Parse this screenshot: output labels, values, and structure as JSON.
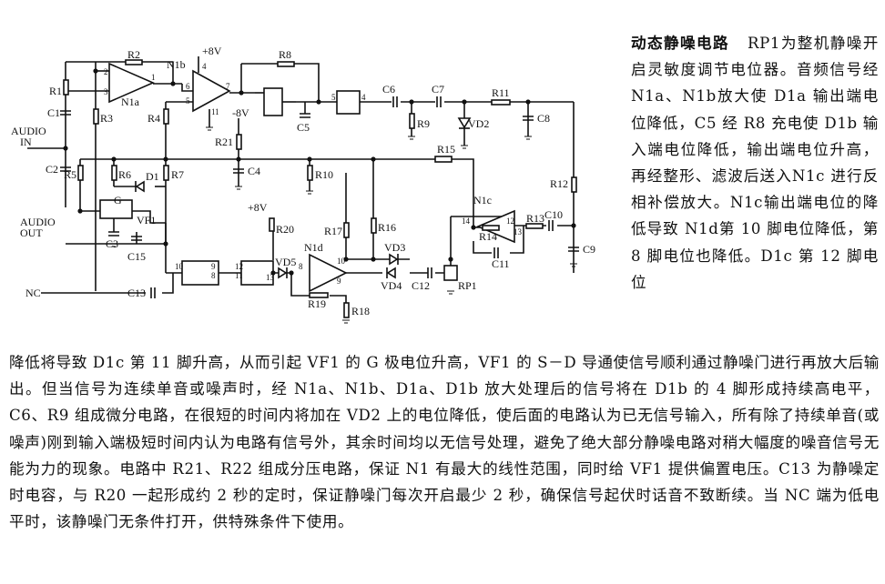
{
  "title": "动态静噪电路",
  "paragraph": {
    "side": "RP1为整机静噪开启灵敏度调节电位器。音频信号经 N1a、N1b放大使 D1a 输出端电位降低，C5 经 R8 充电使 D1b 输入端电位降低，输出端电位升高，再经整形、滤波后送入N1c 进行反相补偿放大。N1c输出端电位的降低导致 N1d第 10 脚电位降低，第 8 脚电位也降低。D1c 第 12 脚电位",
    "body": "降低将导致 D1c 第 11 脚升高，从而引起 VF1 的 G 极电位升高，VF1 的 S－D 导通使信号顺利通过静噪门进行再放大后输出。但当信号为连续单音或噪声时，经 N1a、N1b、D1a、D1b 放大处理后的信号将在 D1b 的 4 脚形成持续高电平，C6、R9 组成微分电路，在很短的时间内将加在 VD2 上的电位降低，使后面的电路认为已无信号输入，所有除了持续单音(或噪声)刚到输入端极短时间内认为电路有信号外，其余时间均以无信号处理，避免了绝大部分静噪电路对稍大幅度的噪音信号无能为力的现象。电路中 R21、R22 组成分压电路，保证 N1 有最大的线性范围，同时给 VF1 提供偏置电压。C13 为静噪定时电容，与 R20 一起形成约 2 秒的定时，保证静噪门每次开启最少 2 秒，确保信号起伏时话音不致断续。当 NC 端为低电平时，该静噪门无条件打开，供特殊条件下使用。"
  },
  "schematic": {
    "ports": {
      "audio_in": "AUDIO\nIN",
      "audio_out": "AUDIO\nOUT",
      "nc": "NC"
    },
    "supplies": {
      "pos_a": "+8V",
      "neg": "-8V",
      "pos_b": "+8V"
    },
    "amplifiers": {
      "n1a": "N1a",
      "n1b": "N1b",
      "n1c": "N1c",
      "n1d": "N1d"
    },
    "resistors": {
      "r1": "R1",
      "r2": "R2",
      "r3": "R3",
      "r4": "R4",
      "r5": "R5",
      "r6": "R6",
      "r7": "R7",
      "r8": "R8",
      "r9": "R9",
      "r10": "R10",
      "r11": "R11",
      "r12": "R12",
      "r13": "R13",
      "r14": "R14",
      "r15": "R15",
      "r16": "R16",
      "r17": "R17",
      "r18": "R18",
      "r19": "R19",
      "r20": "R20",
      "r21": "R21",
      "rp1": "RP1"
    },
    "capacitors": {
      "c1": "C1",
      "c2": "C2",
      "c3": "C3",
      "c4": "C4",
      "c5": "C5",
      "c6": "C6",
      "c7": "C7",
      "c8": "C8",
      "c9": "C9",
      "c10": "C10",
      "c11": "C11",
      "c12": "C12",
      "c13": "C13",
      "c15": "C15"
    },
    "semis": {
      "vd2": "VD2",
      "vd3": "VD3",
      "vd4": "VD4",
      "vd5": "VD5",
      "d1": "D1",
      "vf1": "VF1",
      "g": "G"
    },
    "pins": {
      "p1": "1",
      "p2": "2",
      "p3": "3",
      "p4": "4",
      "p5": "5",
      "p6": "6",
      "p7": "7",
      "p8": "8",
      "p9": "9",
      "p10": "10",
      "p11": "11",
      "p12": "12",
      "p13": "13",
      "p14": "14"
    }
  }
}
